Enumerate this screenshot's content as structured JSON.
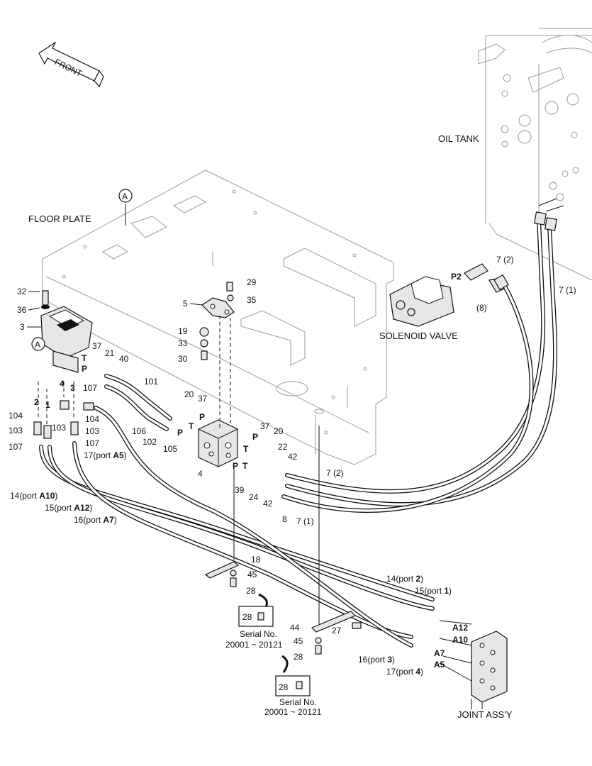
{
  "direction_label": "FRONT",
  "areas": {
    "oil_tank": "OIL TANK",
    "floor_plate": "FLOOR PLATE",
    "solenoid_valve": "SOLENOID VALVE",
    "joint_assy": "JOINT ASS'Y"
  },
  "detail_marker": "A",
  "serial_boxes": [
    {
      "part": "28",
      "line1": "Serial No.",
      "line2": "20001 ~ 20121"
    },
    {
      "part": "28",
      "line1": "Serial No.",
      "line2": "20001 ~ 20121"
    }
  ],
  "callouts": {
    "c32": "32",
    "c36": "36",
    "c3": "3",
    "c3b": "3",
    "c4a": "4",
    "c1": "1",
    "c2": "2",
    "c104a": "104",
    "c103a": "103",
    "c107a": "107",
    "c103b": "103",
    "c107b": "107",
    "c104b": "104",
    "c103c": "103",
    "c107c": "107",
    "c37a": "37",
    "c21": "21",
    "c40": "40",
    "c101": "101",
    "c29": "29",
    "c35": "35",
    "c5": "5",
    "c19": "19",
    "c33": "33",
    "c30": "30",
    "c20a": "20",
    "c37b": "37",
    "c106": "106",
    "c102": "102",
    "c105": "105",
    "c4b": "4",
    "c37c": "37",
    "c20b": "20",
    "c22": "22",
    "c42a": "42",
    "c42b": "42",
    "c39": "39",
    "c24": "24",
    "c8b": "8",
    "c7_2b": "7 (2)",
    "c7_1b": "7 (1)",
    "c7_2a": "7 (2)",
    "c7_1a": "7 (1)",
    "c8a": "(8)",
    "c18": "18",
    "c45a": "45",
    "c28a": "28",
    "c44": "44",
    "c27": "27",
    "c45b": "45",
    "c28b": "28"
  },
  "port_letters": {
    "t1": "T",
    "p1": "P",
    "t2": "T",
    "p2": "P",
    "p3": "P",
    "t3": "T",
    "p4": "P",
    "t4": "T",
    "p5": "P",
    "p2_solenoid": "P2"
  },
  "hose_labels": {
    "h17": {
      "prefix": "17(port ",
      "port": "A5",
      "suffix": ")"
    },
    "h14": {
      "prefix": "14(port ",
      "port": "A10",
      "suffix": ")"
    },
    "h15": {
      "prefix": "15(port ",
      "port": "A12",
      "suffix": ")"
    },
    "h16": {
      "prefix": "16(port ",
      "port": "A7",
      "suffix": ")"
    },
    "h14b": {
      "prefix": "14(port ",
      "port": "2",
      "suffix": ")"
    },
    "h15b": {
      "prefix": "15(port ",
      "port": "1",
      "suffix": ")"
    },
    "h16b": {
      "prefix": "16(port ",
      "port": "3",
      "suffix": ")"
    },
    "h17b": {
      "prefix": "17(port ",
      "port": "4",
      "suffix": ")"
    }
  },
  "joint_ports": {
    "a12": "A12",
    "a10": "A10",
    "a7": "A7",
    "a5": "A5"
  }
}
